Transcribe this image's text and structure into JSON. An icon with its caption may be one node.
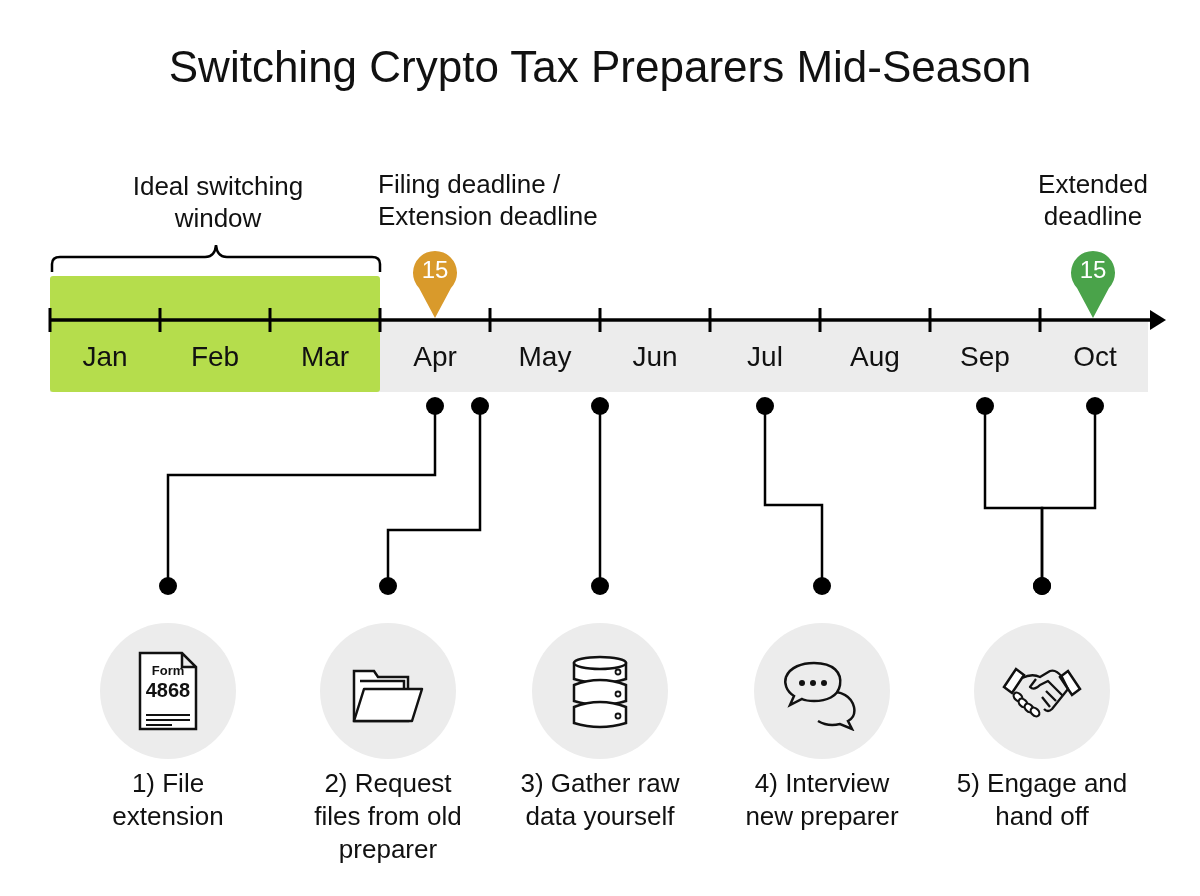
{
  "diagram": {
    "title": "Switching Crypto Tax Preparers Mid-Season",
    "nodes": [
      {
        "text": [
          "15"
        ],
        "beside": [
          "Filing deadline / Extension deadline"
        ]
      },
      {
        "text": [
          "15"
        ],
        "beside": [
          "Extended deadline"
        ]
      },
      {
        "text": [
          "Form 4868",
          "1) File extension"
        ]
      },
      {
        "text": [
          "2) Request files from old preparer"
        ]
      },
      {
        "text": [
          "3) Gather raw data yourself"
        ]
      },
      {
        "text": [
          "4) Interview new preparer"
        ]
      },
      {
        "text": [
          "5) Engage and hand off"
        ]
      }
    ],
    "edges": [
      {
        "from": null,
        "to": 2,
        "arrow": "other"
      },
      {
        "from": null,
        "to": 3,
        "arrow": "other"
      },
      {
        "from": null,
        "to": 4,
        "arrow": "other"
      },
      {
        "from": null,
        "to": 5,
        "arrow": "other"
      },
      {
        "from": null,
        "to": 6,
        "arrow": "other"
      },
      {
        "from": null,
        "to": 6,
        "arrow": "other"
      }
    ],
    "labels": [
      "Ideal switching window",
      "Jan",
      "Feb",
      "Mar",
      "Apr",
      "May",
      "Jun",
      "Jul",
      "Aug",
      "Sep",
      "Oct"
    ]
  }
}
